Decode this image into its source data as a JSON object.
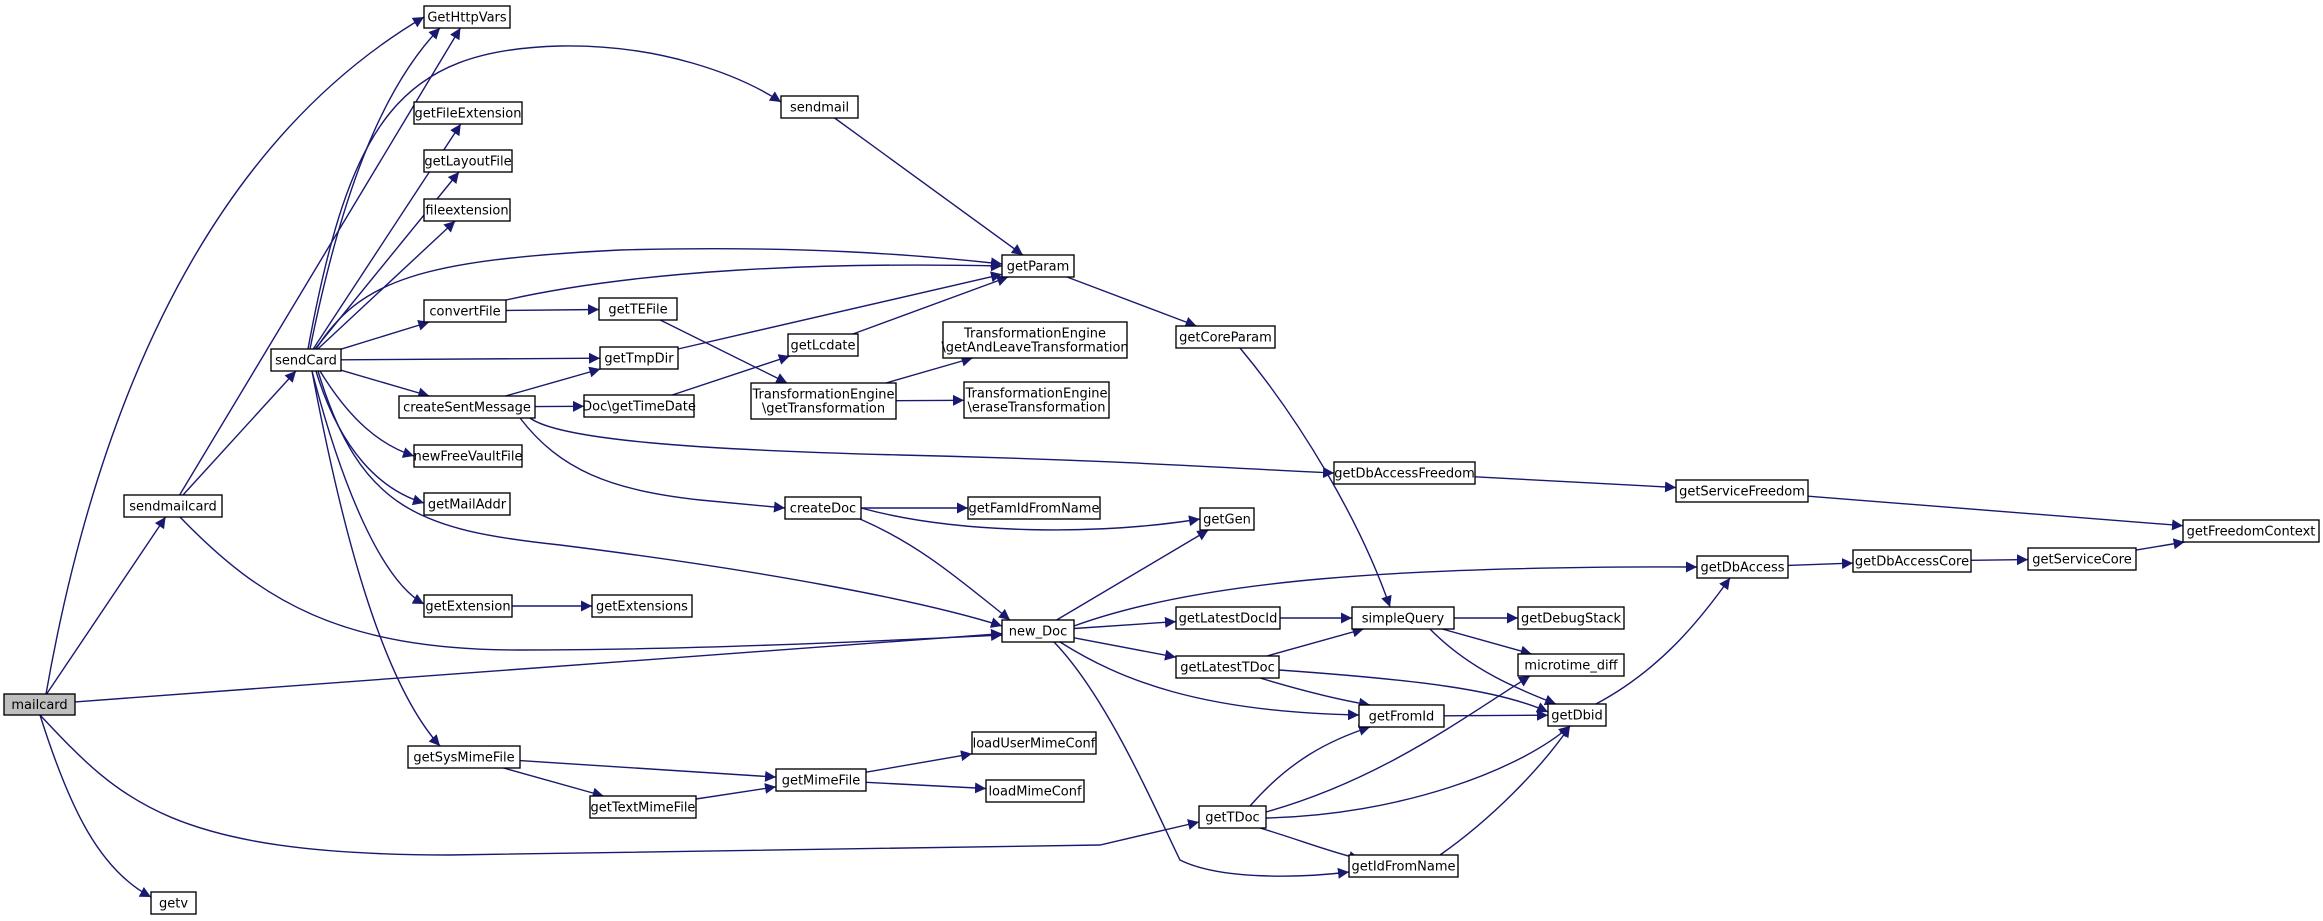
{
  "colors": {
    "edge": "#191970",
    "node_border": "#000000",
    "root_fill": "#bfbfbf",
    "node_fill": "#ffffff"
  },
  "nodes": [
    {
      "id": "mailcard",
      "lines": [
        "mailcard"
      ],
      "root": true
    },
    {
      "id": "sendmailcard",
      "lines": [
        "sendmailcard"
      ]
    },
    {
      "id": "getv",
      "lines": [
        "getv"
      ]
    },
    {
      "id": "sendCard",
      "lines": [
        "sendCard"
      ]
    },
    {
      "id": "GetHttpVars",
      "lines": [
        "GetHttpVars"
      ]
    },
    {
      "id": "getFileExtension",
      "lines": [
        "getFileExtension"
      ]
    },
    {
      "id": "getLayoutFile",
      "lines": [
        "getLayoutFile"
      ]
    },
    {
      "id": "fileextension",
      "lines": [
        "fileextension"
      ]
    },
    {
      "id": "convertFile",
      "lines": [
        "convertFile"
      ]
    },
    {
      "id": "createSentMessage",
      "lines": [
        "createSentMessage"
      ]
    },
    {
      "id": "newFreeVaultFile",
      "lines": [
        "newFreeVaultFile"
      ]
    },
    {
      "id": "getMailAddr",
      "lines": [
        "getMailAddr"
      ]
    },
    {
      "id": "getExtension",
      "lines": [
        "getExtension"
      ]
    },
    {
      "id": "getSysMimeFile",
      "lines": [
        "getSysMimeFile"
      ]
    },
    {
      "id": "sendmail",
      "lines": [
        "sendmail"
      ]
    },
    {
      "id": "getTEFile",
      "lines": [
        "getTEFile"
      ]
    },
    {
      "id": "getTmpDir",
      "lines": [
        "getTmpDir"
      ]
    },
    {
      "id": "DocGetTimeDate",
      "lines": [
        "Doc\\getTimeDate"
      ]
    },
    {
      "id": "getExtensions",
      "lines": [
        "getExtensions"
      ]
    },
    {
      "id": "getTextMimeFile",
      "lines": [
        "getTextMimeFile"
      ]
    },
    {
      "id": "getLcdate",
      "lines": [
        "getLcdate"
      ]
    },
    {
      "id": "TEgetTransformation",
      "lines": [
        "TransformationEngine",
        "\\getTransformation"
      ]
    },
    {
      "id": "createDoc",
      "lines": [
        "createDoc"
      ]
    },
    {
      "id": "getMimeFile",
      "lines": [
        "getMimeFile"
      ]
    },
    {
      "id": "TEgetAndLeave",
      "lines": [
        "TransformationEngine",
        "\\getAndLeaveTransformation"
      ]
    },
    {
      "id": "TEerase",
      "lines": [
        "TransformationEngine",
        "\\eraseTransformation"
      ]
    },
    {
      "id": "getFamIdFromName",
      "lines": [
        "getFamIdFromName"
      ]
    },
    {
      "id": "loadUserMimeConf",
      "lines": [
        "loadUserMimeConf"
      ]
    },
    {
      "id": "loadMimeConf",
      "lines": [
        "loadMimeConf"
      ]
    },
    {
      "id": "getParam",
      "lines": [
        "getParam"
      ]
    },
    {
      "id": "new_Doc",
      "lines": [
        "new_Doc"
      ]
    },
    {
      "id": "getCoreParam",
      "lines": [
        "getCoreParam"
      ]
    },
    {
      "id": "getGen",
      "lines": [
        "getGen"
      ]
    },
    {
      "id": "getLatestDocId",
      "lines": [
        "getLatestDocId"
      ]
    },
    {
      "id": "getLatestTDoc",
      "lines": [
        "getLatestTDoc"
      ]
    },
    {
      "id": "getTDoc",
      "lines": [
        "getTDoc"
      ]
    },
    {
      "id": "getDbAccessFreedom",
      "lines": [
        "getDbAccessFreedom"
      ]
    },
    {
      "id": "simpleQuery",
      "lines": [
        "simpleQuery"
      ]
    },
    {
      "id": "getFromId",
      "lines": [
        "getFromId"
      ]
    },
    {
      "id": "getIdFromName",
      "lines": [
        "getIdFromName"
      ]
    },
    {
      "id": "getDebugStack",
      "lines": [
        "getDebugStack"
      ]
    },
    {
      "id": "microtime_diff",
      "lines": [
        "microtime_diff"
      ]
    },
    {
      "id": "getDbid",
      "lines": [
        "getDbid"
      ]
    },
    {
      "id": "getServiceFreedom",
      "lines": [
        "getServiceFreedom"
      ]
    },
    {
      "id": "getDbAccess",
      "lines": [
        "getDbAccess"
      ]
    },
    {
      "id": "getDbAccessCore",
      "lines": [
        "getDbAccessCore"
      ]
    },
    {
      "id": "getServiceCore",
      "lines": [
        "getServiceCore"
      ]
    },
    {
      "id": "getFreedomContext",
      "lines": [
        "getFreedomContext"
      ]
    }
  ],
  "edges": [
    [
      "mailcard",
      "GetHttpVars"
    ],
    [
      "mailcard",
      "sendmailcard"
    ],
    [
      "mailcard",
      "new_Doc"
    ],
    [
      "mailcard",
      "getTDoc"
    ],
    [
      "mailcard",
      "getv"
    ],
    [
      "sendmailcard",
      "GetHttpVars"
    ],
    [
      "sendmailcard",
      "sendCard"
    ],
    [
      "sendmailcard",
      "new_Doc"
    ],
    [
      "sendCard",
      "GetHttpVars"
    ],
    [
      "sendCard",
      "sendmail"
    ],
    [
      "sendCard",
      "getFileExtension"
    ],
    [
      "sendCard",
      "getLayoutFile"
    ],
    [
      "sendCard",
      "fileextension"
    ],
    [
      "sendCard",
      "getParam"
    ],
    [
      "sendCard",
      "convertFile"
    ],
    [
      "sendCard",
      "getTmpDir"
    ],
    [
      "sendCard",
      "createSentMessage"
    ],
    [
      "sendCard",
      "newFreeVaultFile"
    ],
    [
      "sendCard",
      "getMailAddr"
    ],
    [
      "sendCard",
      "new_Doc"
    ],
    [
      "sendCard",
      "getExtension"
    ],
    [
      "sendCard",
      "getSysMimeFile"
    ],
    [
      "sendmail",
      "getParam"
    ],
    [
      "convertFile",
      "getParam"
    ],
    [
      "convertFile",
      "getTEFile"
    ],
    [
      "getTEFile",
      "TEgetTransformation"
    ],
    [
      "getTmpDir",
      "getParam"
    ],
    [
      "createSentMessage",
      "getTmpDir"
    ],
    [
      "createSentMessage",
      "DocGetTimeDate"
    ],
    [
      "createSentMessage",
      "getDbAccessFreedom"
    ],
    [
      "createSentMessage",
      "createDoc"
    ],
    [
      "DocGetTimeDate",
      "getLcdate"
    ],
    [
      "getLcdate",
      "getParam"
    ],
    [
      "TEgetTransformation",
      "TEgetAndLeave"
    ],
    [
      "TEgetTransformation",
      "TEerase"
    ],
    [
      "createDoc",
      "getFamIdFromName"
    ],
    [
      "createDoc",
      "getGen"
    ],
    [
      "createDoc",
      "new_Doc"
    ],
    [
      "getExtension",
      "getExtensions"
    ],
    [
      "getSysMimeFile",
      "getMimeFile"
    ],
    [
      "getSysMimeFile",
      "getTextMimeFile"
    ],
    [
      "getTextMimeFile",
      "getMimeFile"
    ],
    [
      "getMimeFile",
      "loadUserMimeConf"
    ],
    [
      "getMimeFile",
      "loadMimeConf"
    ],
    [
      "getParam",
      "getCoreParam"
    ],
    [
      "getCoreParam",
      "simpleQuery"
    ],
    [
      "new_Doc",
      "getGen"
    ],
    [
      "new_Doc",
      "getDbAccess"
    ],
    [
      "new_Doc",
      "getLatestDocId"
    ],
    [
      "new_Doc",
      "getLatestTDoc"
    ],
    [
      "new_Doc",
      "getFromId"
    ],
    [
      "new_Doc",
      "getIdFromName"
    ],
    [
      "getLatestDocId",
      "simpleQuery"
    ],
    [
      "getLatestTDoc",
      "simpleQuery"
    ],
    [
      "getLatestTDoc",
      "getFromId"
    ],
    [
      "getLatestTDoc",
      "getDbid"
    ],
    [
      "getTDoc",
      "getFromId"
    ],
    [
      "getTDoc",
      "microtime_diff"
    ],
    [
      "getTDoc",
      "getDbid"
    ],
    [
      "getTDoc",
      "getIdFromName"
    ],
    [
      "simpleQuery",
      "getDebugStack"
    ],
    [
      "simpleQuery",
      "microtime_diff"
    ],
    [
      "simpleQuery",
      "getDbid"
    ],
    [
      "getFromId",
      "getDbid"
    ],
    [
      "getIdFromName",
      "getDbid"
    ],
    [
      "getDbid",
      "getDbAccess"
    ],
    [
      "getDbAccessFreedom",
      "getServiceFreedom"
    ],
    [
      "getServiceFreedom",
      "getFreedomContext"
    ],
    [
      "getDbAccess",
      "getDbAccessCore"
    ],
    [
      "getDbAccessCore",
      "getServiceCore"
    ],
    [
      "getServiceCore",
      "getFreedomContext"
    ]
  ]
}
